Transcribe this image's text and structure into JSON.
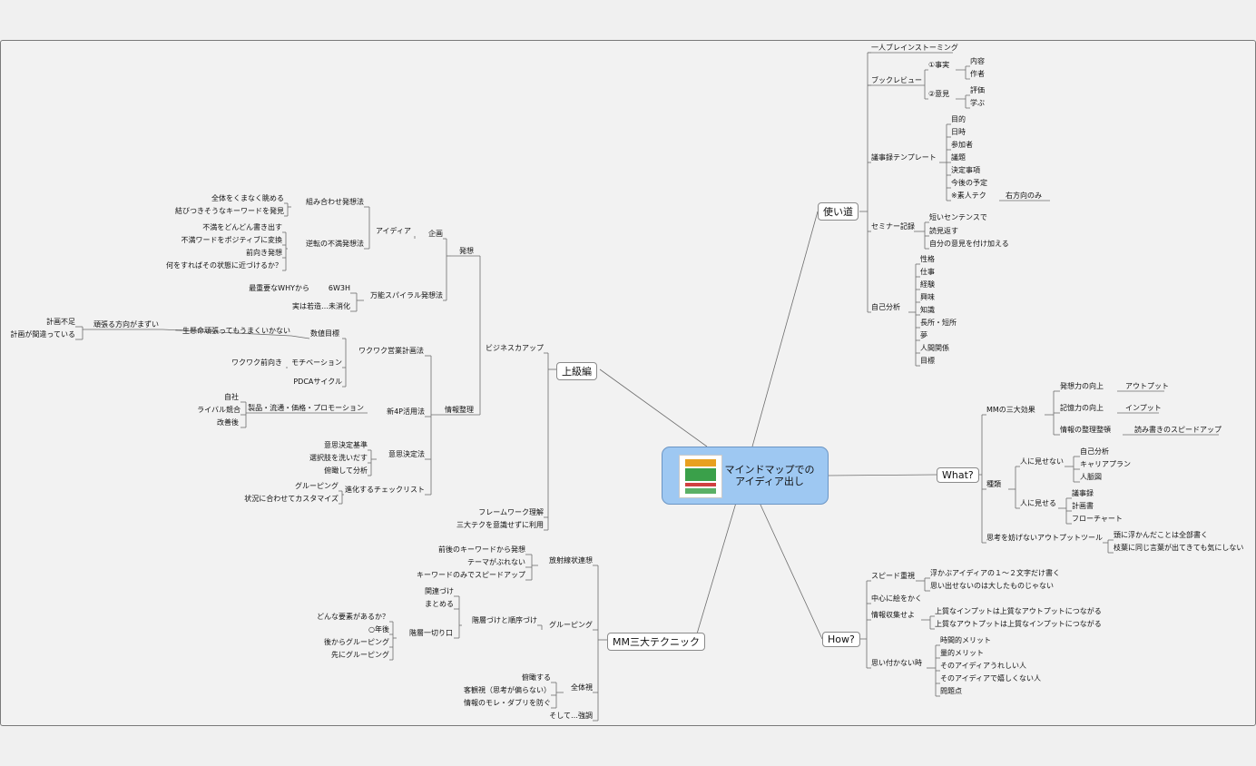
{
  "central": {
    "line1": "マインドマップでの",
    "line2": "アイディア出し"
  },
  "branches": {
    "tsukaimichi": "使い道",
    "what": "What?",
    "how": "How?",
    "jokyu": "上級編",
    "mm": "MM三大テクニック"
  },
  "tsukaimichi": {
    "hitori": "一人ブレインストーミング",
    "book_review": "ブックレビュー",
    "jijitsu": "①事実",
    "naiyo": "内容",
    "sakusha": "作者",
    "iken": "②意見",
    "hyoka": "評価",
    "manabu": "学ぶ",
    "gijiroku": "議事録テンプレート",
    "gijiroku_items": [
      "目的",
      "日時",
      "参加者",
      "議題",
      "決定事項",
      "今後の予定",
      "※素人テク"
    ],
    "migi": "右方向のみ",
    "seminar": "セミナー記録",
    "seminar_items": [
      "短いセンテンスで",
      "読見返す",
      "自分の意見を付け加える"
    ],
    "jiko": "自己分析",
    "jiko_items": [
      "性格",
      "仕事",
      "経験",
      "興味",
      "知識",
      "長所・短所",
      "夢",
      "人間関係",
      "目標"
    ]
  },
  "what": {
    "sandai": "MMの三大効果",
    "hasso": "発想力の向上",
    "output": "アウトプット",
    "kioku": "記憶力の向上",
    "input": "インプット",
    "seiri": "情報の整理整頓",
    "yomikaki": "読み書きのスピードアップ",
    "shurui": "種類",
    "misenai": "人に見せない",
    "misenai_items": [
      "自己分析",
      "キャリアプラン",
      "人脈図"
    ],
    "miseru": "人に見せる",
    "miseru_items": [
      "議事録",
      "計画書",
      "フローチャート"
    ],
    "shiko": "思考を妨げないアウトプットツール",
    "shiko_items": [
      "頭に浮かんだことは全部書く",
      "枝葉に同じ言葉が出てきても気にしない"
    ]
  },
  "how": {
    "speed": "スピード重視",
    "speed_items": [
      "浮かぶアイディアの１～２文字だけ書く",
      "思い出せないのは大したものじゃない"
    ],
    "chushin": "中心に絵をかく",
    "joho": "情報収集せよ",
    "joho_items": [
      "上質なインプットは上質なアウトプットにつながる",
      "上質なアウトプットは上質なインプットにつながる"
    ],
    "omoitsuka": "思い付かない時",
    "omoitsuka_items": [
      "時間的メリット",
      "量的メリット",
      "そのアイディアうれしい人",
      "そのアイディアで嬉しくない人",
      "問題点"
    ]
  },
  "jokyu": {
    "business": "ビジネスカアップ",
    "hasso": "発想",
    "kikaku": "企画",
    "idea": "アイディア",
    "kumiawase": "組み合わせ発想法",
    "kumiawase_items": [
      "全体をくまなく眺める",
      "結びつきそうなキーワードを発見"
    ],
    "gyakuten": "逆転の不満発想法",
    "gyakuten_items": [
      "不満をどんどん書き出す",
      "不満ワードをポジティブに変換",
      "前向き発想",
      "何をすればその状態に近づけるか？"
    ],
    "manno": "万能スパイラル発想法",
    "saijuyo": "最重要なWHYから",
    "w6h3": "6W3H",
    "jitsuwa": "実は若造…未消化",
    "joho_seiri": "情報整理",
    "wakuwaku": "ワクワク営業計画法",
    "suchi": "数値目標",
    "isshokenmei": "一生懸命頑張ってもうまくいかない",
    "ganbaru": "頑張る方向がまずい",
    "keikaku_fusoku": "計画不足",
    "keikaku_machigai": "計画が間違っている",
    "motivation": "モチベーション",
    "wakuwaku_mae": "ワクワク前向き",
    "pdca": "PDCAサイクル",
    "shin4p": "新4P活用法",
    "seihin": "製品・流通・価格・プロモーション",
    "seihin_items": [
      "自社",
      "ライバル競合",
      "改善後"
    ],
    "ishi": "意思決定法",
    "ishi_items": [
      "意思決定基準",
      "選択肢を洗いだす",
      "俯瞰して分析"
    ],
    "shinka": "進化するチェックリスト",
    "shinka_items": [
      "グルーピング",
      "状況に合わせてカスタマイズ"
    ],
    "framework": "フレームワーク理解",
    "sandai_teku": "三大テクを意識せずに利用"
  },
  "mm": {
    "hoshasen": "放射線状連想",
    "hoshasen_items": [
      "前後のキーワードから発想",
      "テーマがぶれない",
      "キーワードのみでスピードアップ"
    ],
    "grouping": "グルーピング",
    "kanren": "関連づけ",
    "matomeru": "まとめる",
    "kaiso": "階層づけと順序づけ",
    "kaiso_kiri": "階層一切り口",
    "donna": "どんな要素があるか？",
    "nengo": "○年後",
    "ato": "後からグルーピング",
    "saki": "先にグルーピング",
    "zentai": "全体視",
    "zentai_items": [
      "俯瞰する",
      "客観視（思考が偏らない）",
      "情報のモレ・ダブリを防ぐ"
    ],
    "soshite": "そして…強調"
  }
}
